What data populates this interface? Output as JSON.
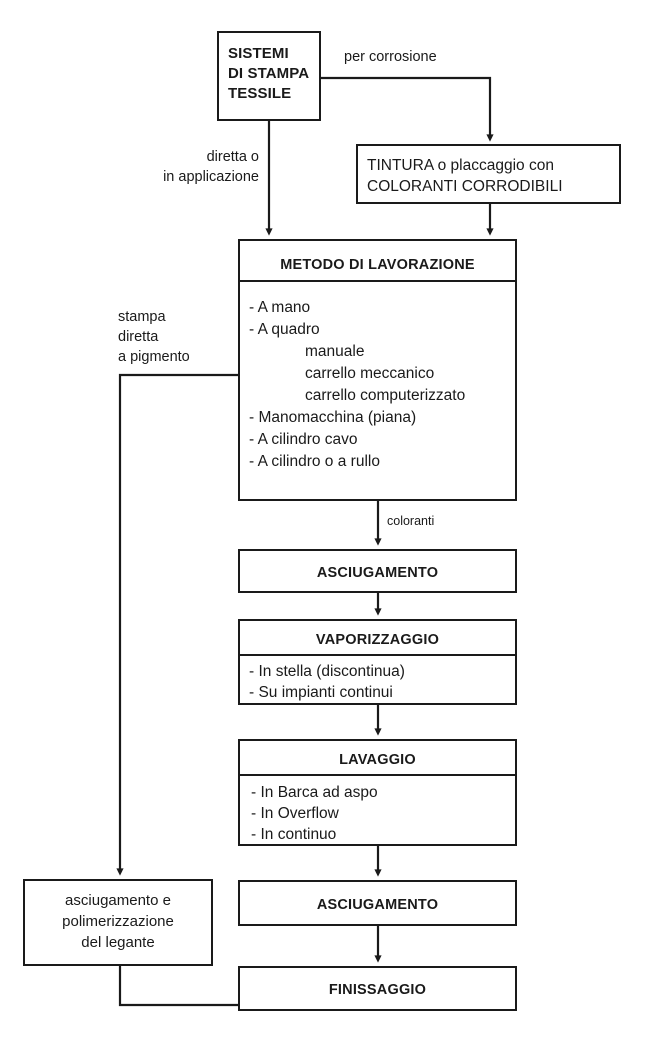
{
  "diagram": {
    "title_text": "SISTEMI DI STAMPA TESSILE",
    "language": "it",
    "colors": {
      "background": "#ffffff",
      "stroke": "#1a1a1a",
      "box_fill": "#ffffff",
      "text": "#1a1a1a"
    },
    "nodes": {
      "root": {
        "lines": [
          "SISTEMI",
          "DI STAMPA",
          "TESSILE"
        ]
      },
      "tintura": {
        "lines": [
          "TINTURA o placcaggio con",
          "COLORANTI CORRODIBILI"
        ]
      },
      "metodo": {
        "header": "METODO DI LAVORAZIONE",
        "items": [
          "- A mano",
          "- A quadro",
          "manuale",
          "carrello meccanico",
          "carrello computerizzato",
          "- Manomacchina (piana)",
          "- A cilindro cavo",
          "- A cilindro o a rullo"
        ]
      },
      "asciugamento_1": {
        "header": "ASCIUGAMENTO"
      },
      "vaporizzaggio": {
        "header": "VAPORIZZAGGIO",
        "items": [
          "- In stella (discontinua)",
          "- Su impianti continui"
        ]
      },
      "lavaggio": {
        "header": "LAVAGGIO",
        "items": [
          "- In Barca ad aspo",
          "- In Overflow",
          "- In continuo"
        ]
      },
      "asciugamento_2": {
        "header": "ASCIUGAMENTO"
      },
      "finissaggio": {
        "header": "FINISSAGGIO"
      },
      "polimerizzazione": {
        "lines": [
          "asciugamento e",
          "polimerizzazione",
          "del legante"
        ]
      }
    },
    "edge_labels": {
      "per_corrosione": "per corrosione",
      "diretta_line1": "diretta o",
      "diretta_line2": "in applicazione",
      "stampa_line1": "stampa",
      "stampa_line2": "diretta",
      "stampa_line3": "a pigmento",
      "coloranti": "coloranti"
    }
  }
}
